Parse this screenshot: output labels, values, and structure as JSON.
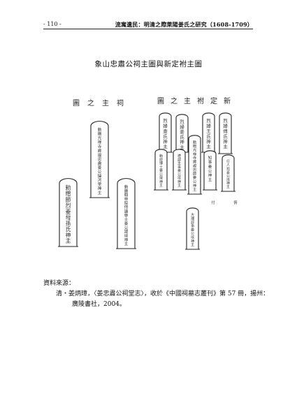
{
  "header": {
    "page_number": "- 110 -",
    "running_title": "流寓遺民：明清之際萊陽姜氏之研究（1608-1709）"
  },
  "figure": {
    "title": "象山忠肅公祠主圖與新定祔主圖",
    "left": {
      "heading": [
        "祠",
        "主",
        "之",
        "圖"
      ],
      "tablets": [
        {
          "text": "勅贈光祿寺卿謚忠肅姜公諱泻里神主"
        },
        {
          "text": "勅贈節烈姜母孫氏神主"
        },
        {
          "text": "勅贈翰林院侍讀學士姜公諱埰神主"
        }
      ]
    },
    "right": {
      "heading": [
        "新",
        "定",
        "祔",
        "主",
        "之",
        "圖"
      ],
      "tablets": [
        {
          "text": "烈婦查氏神主"
        },
        {
          "text": "烈婦姜氏神主"
        },
        {
          "text": "烈婦王氏神主"
        },
        {
          "text": "烈婦傅氏神主"
        },
        {
          "text": "勅贈光祿寺卿謚忠節姜公神主"
        },
        {
          "text": "禮部主事姜公垓神主"
        },
        {
          "text": "勅授博士姜公埰神主"
        },
        {
          "text": "知事姜公神主"
        },
        {
          "text": "行人司姜公垓神主"
        },
        {
          "text": "大理評事姜公垓神主"
        }
      ],
      "bottom_marks": [
        "付",
        "俯"
      ]
    }
  },
  "source": {
    "label": "資料來源：",
    "line1": "清・姜炳璋，〈姜忠肅公祠堂志〉，收於《中國祠墓志叢刊》第 57 冊，揚州：",
    "line2": "廣陵書社，2004。"
  }
}
